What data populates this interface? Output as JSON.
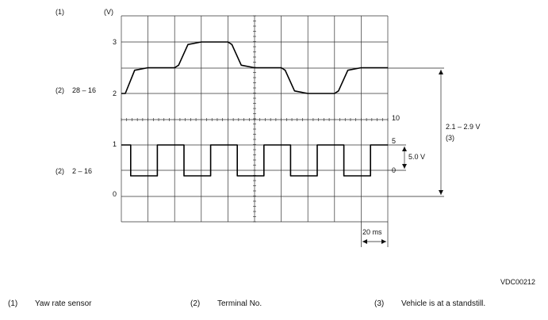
{
  "header": {
    "marker": "(1)",
    "unit": "(V)"
  },
  "left_axis": {
    "ticks": [
      {
        "value": 3,
        "label": "3"
      },
      {
        "value": 2,
        "label": "2"
      },
      {
        "value": 1,
        "label": "1"
      },
      {
        "value": 0,
        "label": "0"
      }
    ]
  },
  "channels": {
    "ch1": {
      "marker": "(2)",
      "terminals": "28 – 16"
    },
    "ch2": {
      "marker": "(2)",
      "terminals": "2 – 16"
    }
  },
  "right_scale": {
    "top": "10",
    "mid": "5",
    "bottom": "0"
  },
  "annotations": {
    "span_5v": "5.0 V",
    "range": "2.1 – 2.9 V",
    "range_marker": "(3)",
    "time_div": "20 ms"
  },
  "code": "VDC00212",
  "legend": [
    {
      "num": "(1)",
      "text": "Yaw rate sensor"
    },
    {
      "num": "(2)",
      "text": "Terminal No."
    },
    {
      "num": "(3)",
      "text": "Vehicle is at a standstill."
    }
  ],
  "chart_data": {
    "type": "line",
    "series": [
      {
        "x": [
          0,
          0.15,
          0.5,
          1.0,
          1.8,
          2.0,
          2.15,
          2.5,
          3.0,
          3.8,
          4.0,
          4.15,
          4.5,
          5.0,
          5.8,
          6.0,
          6.15,
          6.5,
          7.0,
          7.8,
          8.0,
          8.15,
          8.5,
          9.0,
          9.8,
          10.0
        ],
        "y": [
          2.0,
          2.0,
          2.45,
          2.5,
          2.5,
          2.5,
          2.55,
          2.95,
          3.0,
          3.0,
          3.0,
          2.95,
          2.55,
          2.5,
          2.5,
          2.5,
          2.45,
          2.05,
          2.0,
          2.0,
          2.0,
          2.05,
          2.45,
          2.5,
          2.5,
          2.5
        ]
      },
      {
        "x": [
          0,
          0.35,
          0.35,
          1.35,
          1.35,
          2.35,
          2.35,
          3.35,
          3.35,
          4.35,
          4.35,
          5.35,
          5.35,
          6.35,
          6.35,
          7.35,
          7.35,
          8.35,
          8.35,
          9.35,
          9.35,
          10.0
        ],
        "y": [
          1,
          1,
          0.4,
          0.4,
          1,
          1,
          0.4,
          0.4,
          1,
          1,
          0.4,
          0.4,
          1,
          1,
          0.4,
          0.4,
          1,
          1,
          0.4,
          0.4,
          1,
          1
        ]
      }
    ]
  }
}
